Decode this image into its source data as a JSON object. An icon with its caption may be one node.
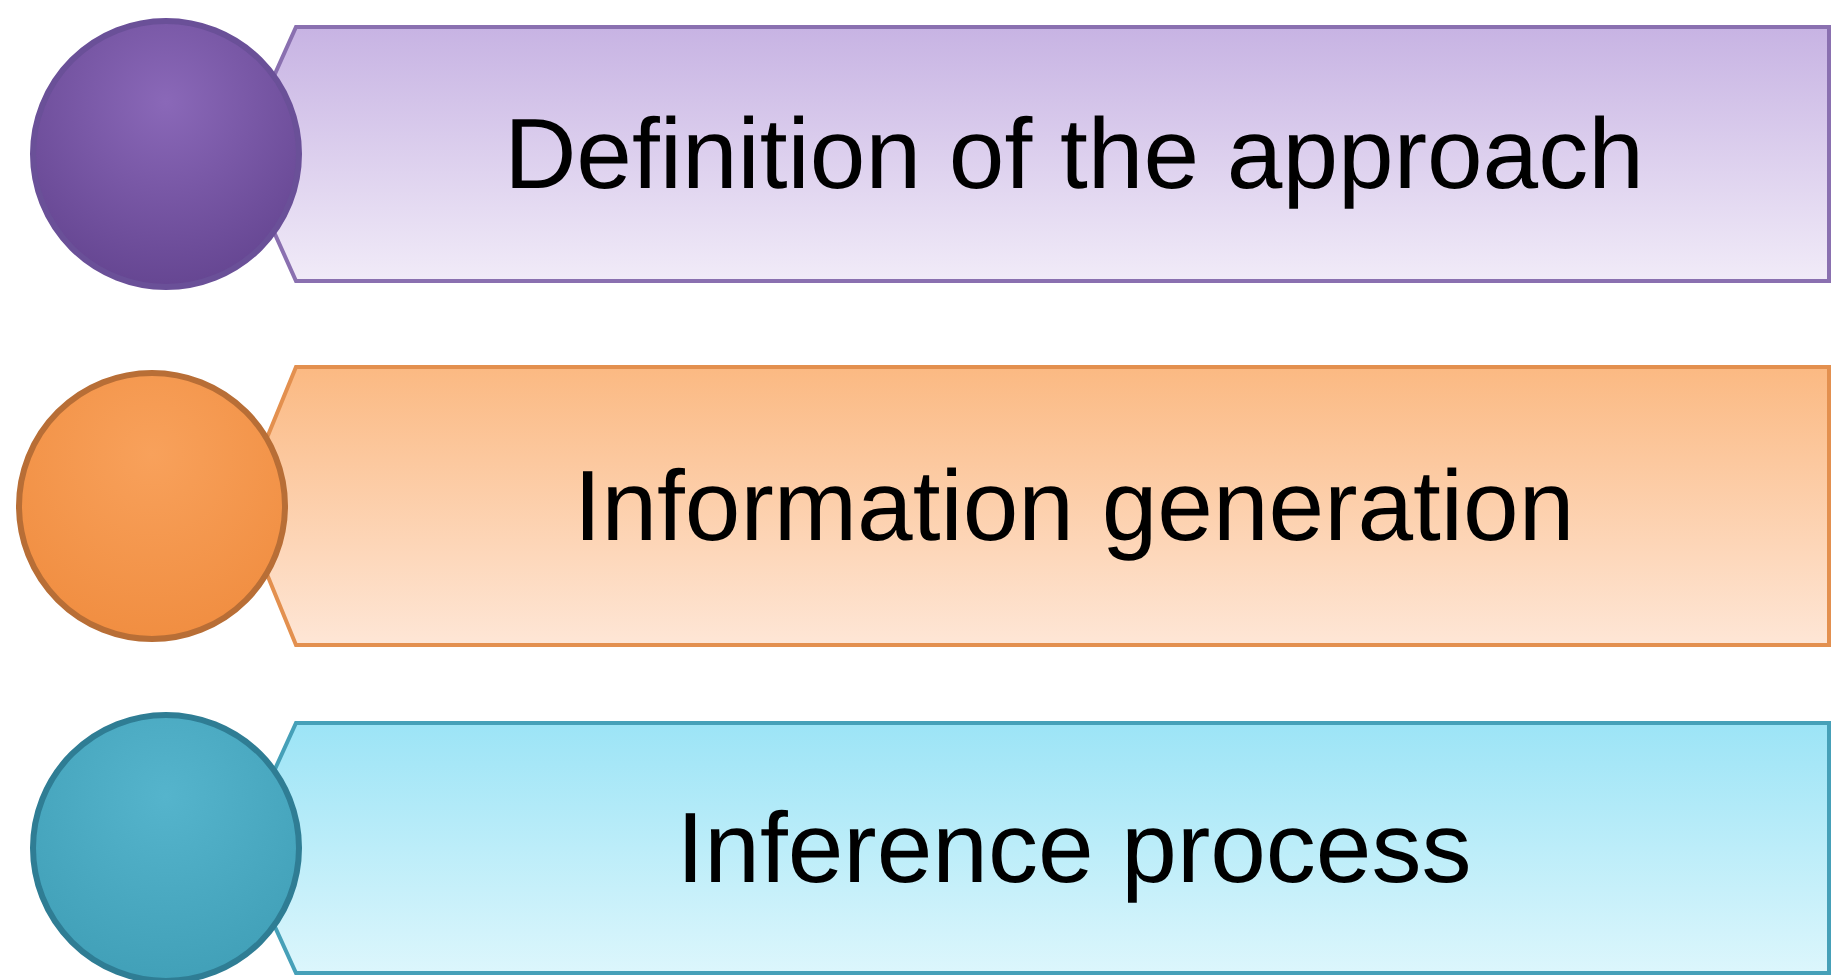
{
  "diagram": {
    "nodes": [
      {
        "text": [],
        "shape": "circle"
      },
      {
        "text": [
          "Definition of the approach"
        ]
      },
      {
        "text": [],
        "shape": "circle"
      },
      {
        "text": [
          "Information generation"
        ]
      },
      {
        "text": [],
        "shape": "circle"
      },
      {
        "text": [
          "Inference process"
        ]
      }
    ]
  }
}
